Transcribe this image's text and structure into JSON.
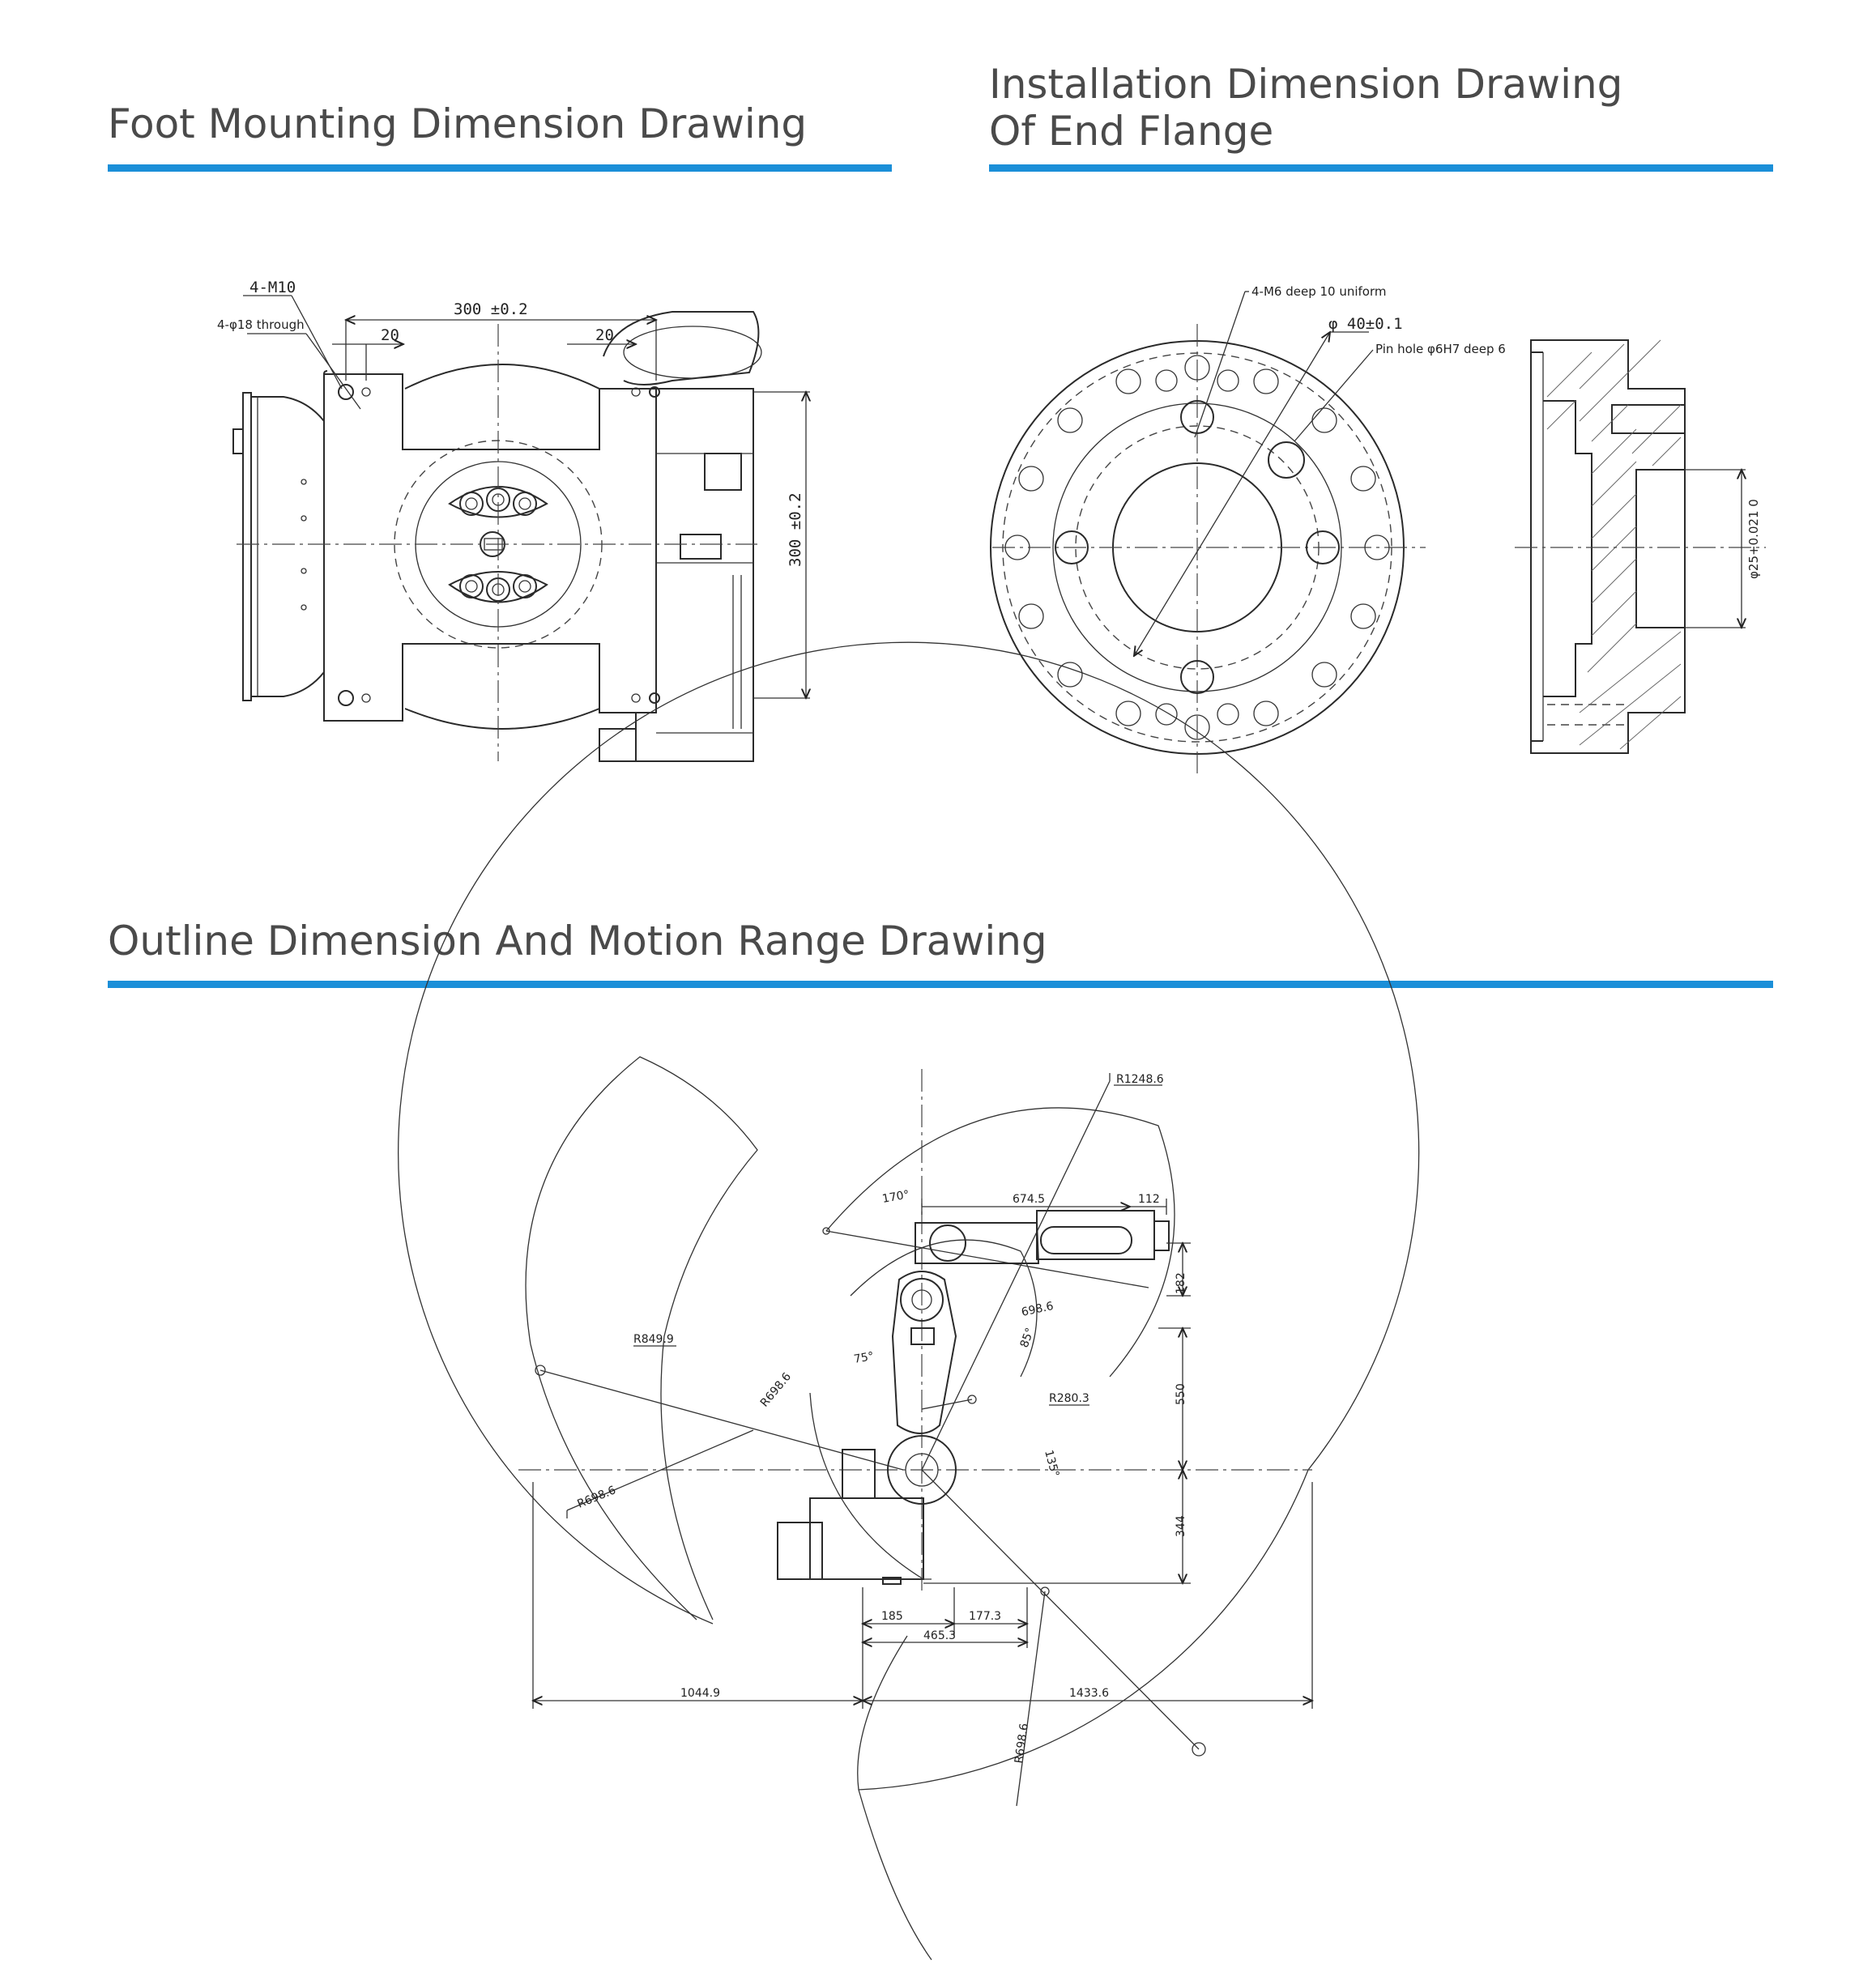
{
  "headings": {
    "foot": "Foot Mounting Dimension Drawing",
    "flange_line1": "Installation Dimension Drawing",
    "flange_line2": "Of End Flange",
    "outline": "Outline Dimension And Motion Range Drawing"
  },
  "colors": {
    "accent": "#1b8fd8",
    "heading": "#4a4a4a",
    "line": "#2a2a2a"
  },
  "foot_drawing": {
    "thread": "4-M10",
    "holes": "4-φ18 through",
    "width": "300 ±0.2",
    "offset_left": "20",
    "offset_right": "20",
    "height": "300 ±0.2"
  },
  "flange_drawing": {
    "threads": "4-M6 deep 10 uniform",
    "diameter": "φ 40±0.1",
    "pin_hole": "Pin hole φ6H7 deep 6",
    "bore": "φ25+0.021 0"
  },
  "outline_drawing": {
    "r_max": "R1248.6",
    "arm_length": "674.5",
    "tool_length": "112",
    "angle_top": "170°",
    "wrist_offset": "182",
    "r_upper": "698.6",
    "r_left": "R849.9",
    "angle_mid": "75°",
    "angle_wrist": "85°",
    "r_inner": "R698.6",
    "r_small": "R280.3",
    "angle_low": "135°",
    "v_550": "550",
    "v_344": "344",
    "r_bottom_left": "R698.6",
    "d_185": "185",
    "d_177": "177.3",
    "d_465": "465.3",
    "d_1044": "1044.9",
    "d_1433": "1433.6",
    "r_bottom": "R698.6"
  }
}
